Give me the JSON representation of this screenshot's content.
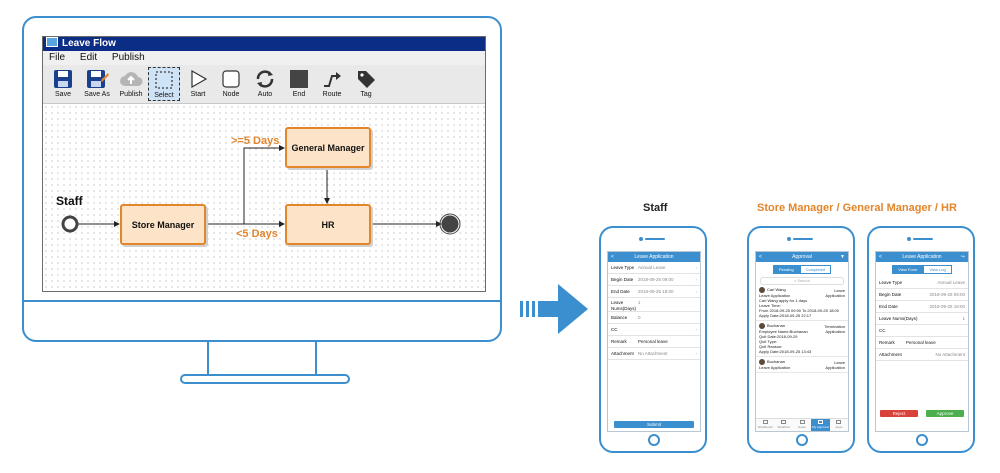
{
  "designer": {
    "window_title": "Leave Flow",
    "menu": [
      "File",
      "Edit",
      "Publish"
    ],
    "tools": [
      {
        "label": "Save",
        "icon": "save-icon"
      },
      {
        "label": "Save As",
        "icon": "save-as-icon"
      },
      {
        "label": "Publish",
        "icon": "cloud-upload-icon"
      },
      {
        "label": "Select",
        "icon": "select-icon",
        "selected": true
      },
      {
        "label": "Start",
        "icon": "play-icon"
      },
      {
        "label": "Node",
        "icon": "node-icon"
      },
      {
        "label": "Auto",
        "icon": "refresh-icon"
      },
      {
        "label": "End",
        "icon": "stop-icon"
      },
      {
        "label": "Route",
        "icon": "route-icon"
      },
      {
        "label": "Tag",
        "icon": "tag-icon"
      }
    ],
    "flow": {
      "start_label": "Staff",
      "store_manager": "Store Manager",
      "general_manager": "General Manager",
      "hr": "HR",
      "condition_long": ">=5 Days",
      "condition_short": "<5 Days"
    },
    "accent": "#e2862c",
    "frame": "#3b8fcf"
  },
  "captions": {
    "staff": "Staff",
    "approvers": "Store Manager / General Manager / HR"
  },
  "phone1": {
    "header": "Leave Application",
    "back": "<",
    "fields": [
      {
        "label": "Leave Type",
        "value": "Annual Leave"
      },
      {
        "label": "Begin Date",
        "value": "2018-09-25 09:00"
      },
      {
        "label": "End Date",
        "value": "2018-09-25 18:00"
      },
      {
        "label": "Leave Nums(Days)",
        "value": "1"
      },
      {
        "label": "Balance",
        "value": "0"
      },
      {
        "label": "CC",
        "value": ""
      },
      {
        "label": "Remark",
        "value": "Personal leave"
      },
      {
        "label": "Attachment",
        "value": "No Attachment"
      }
    ],
    "submit": "Submit"
  },
  "phone2": {
    "header": "Approval",
    "back": "<",
    "tabs": [
      "Pending",
      "Completed"
    ],
    "search": "Search",
    "items": [
      {
        "name": "Carl Wang",
        "type": "Leave Application",
        "lines": [
          "Leave Application",
          "Carl Wang apply for 1 days",
          "Leave Time:",
          "From 2018-09-25 09:00 To 2018-09-25 18:00",
          "",
          "Apply Date:2018-09-25 22:17"
        ]
      },
      {
        "name": "Buchanan",
        "type": "Termination Application",
        "lines": [
          "Employee Name:Buchanan",
          "Quit Date:2018-09-29",
          "Quit Type:",
          "Quit Reason:",
          "Apply Date:2018-09-25 13:43"
        ]
      },
      {
        "name": "Buchanan",
        "type": "Leave Application",
        "lines": [
          "Leave Application"
        ]
      }
    ],
    "tabbar": [
      "Workbench",
      "Workflow",
      "Notes",
      "My Approval",
      "Apps"
    ]
  },
  "phone3": {
    "header": "Leave Application",
    "back": "<",
    "tabs": [
      "View Form",
      "View Log"
    ],
    "fields": [
      {
        "label": "Leave Type",
        "value": "Annual Leave"
      },
      {
        "label": "Begin Date",
        "value": "2018-09-25 09:00"
      },
      {
        "label": "End Date",
        "value": "2018-09-25 18:00"
      },
      {
        "label": "Leave Nums(Days)",
        "value": "1"
      },
      {
        "label": "CC",
        "value": ""
      },
      {
        "label": "Remark",
        "value": "Personal leave"
      },
      {
        "label": "Attachment",
        "value": "No Attachment"
      }
    ],
    "reject": "Reject",
    "approve": "Approve",
    "reject_color": "#d9423a",
    "approve_color": "#4cae4c"
  }
}
